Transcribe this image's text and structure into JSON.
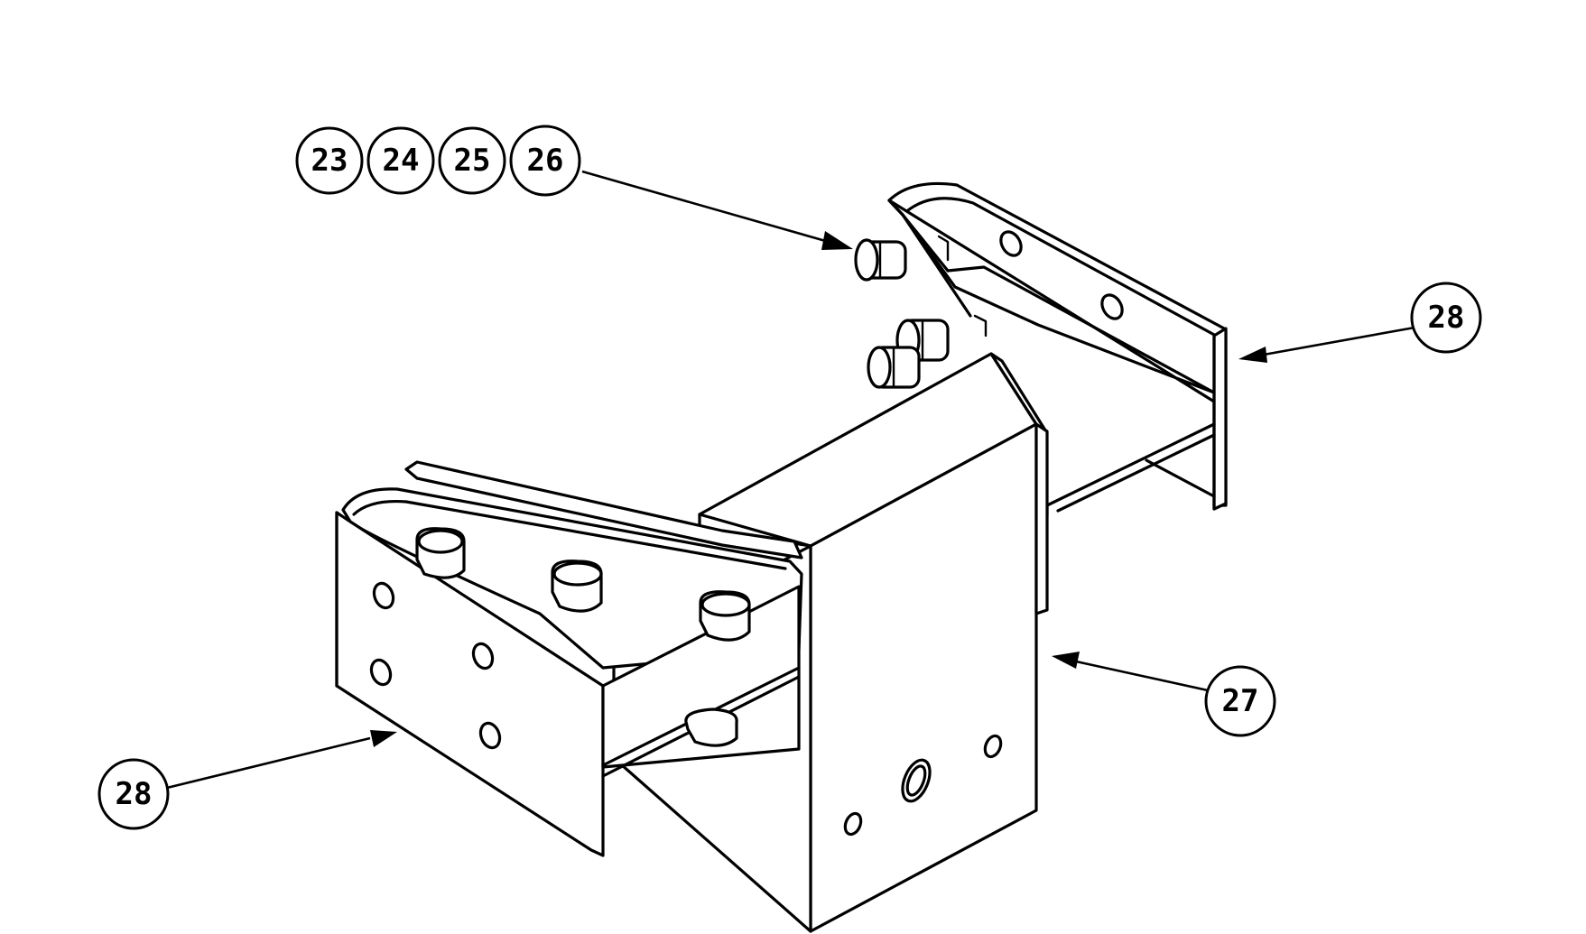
{
  "callouts": {
    "group_top": [
      "23",
      "24",
      "25",
      "26"
    ],
    "right_upper": "28",
    "right_lower": "27",
    "left_lower": "28"
  },
  "colors": {
    "ink": "#000000",
    "paper": "#ffffff"
  }
}
